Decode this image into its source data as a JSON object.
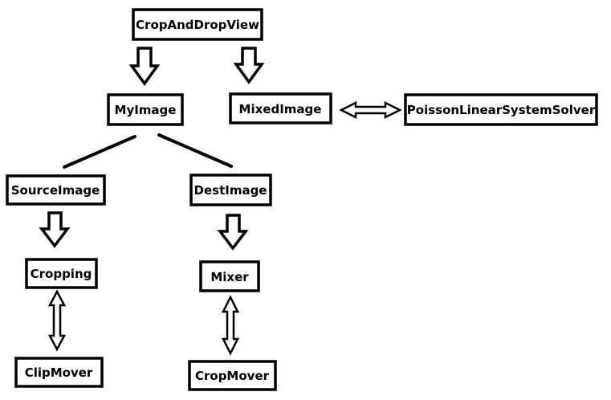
{
  "diagram": {
    "nodes": {
      "cropanddropview": "CropAndDropView",
      "myimage": "MyImage",
      "mixedimage": "MixedImage",
      "poisson": "PoissonLinearSystemSolver",
      "sourceimage": "SourceImage",
      "destimage": "DestImage",
      "cropping": "Cropping",
      "mixer": "Mixer",
      "clipmover": "ClipMover",
      "cropmover": "CropMover"
    }
  }
}
